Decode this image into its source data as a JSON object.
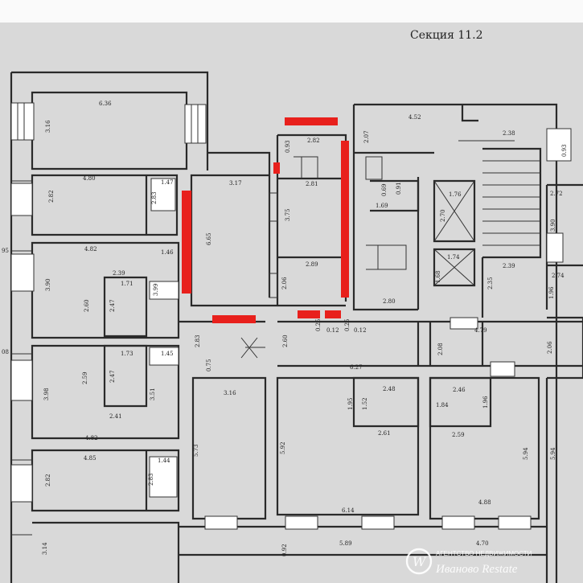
{
  "title": "Секция 11.2",
  "colors": {
    "paper": "#d9d9d9",
    "wall": "#2a2a2a",
    "marker": "#e8201c",
    "text": "#222222"
  },
  "watermark": {
    "line1": "АГЕНТСТВО НЕДВИЖИМОСТИ",
    "line2": "Иваново Restate"
  },
  "dimensions": {
    "d636": "6.36",
    "d316a": "3.16",
    "d480": "4.80",
    "d282a": "2.82",
    "d147": "1.47",
    "d283a": "2.83",
    "d482a": "4.82",
    "d146": "1.46",
    "d390a": "3.90",
    "d260": "2.60",
    "d247a": "2.47",
    "d239a": "2.39",
    "d171": "1.71",
    "d399": "3.99",
    "d173": "1.73",
    "d145": "1.45",
    "d259": "2.59",
    "d247b": "2.47",
    "d398": "3.98",
    "d351": "3.51",
    "d241": "2.41",
    "d482b": "4.82",
    "d485": "4.85",
    "d282b": "2.82",
    "d144": "1.44",
    "d283b": "2.83",
    "d314": "3.14",
    "d095": "95",
    "d008": "08",
    "d317": "3.17",
    "d665": "6.65",
    "d093": "0.93",
    "d282c": "2.82",
    "d281": "2.81",
    "d375": "3.75",
    "d289": "2.89",
    "d206": "2.06",
    "d283c": "2.83",
    "d075": "0.75",
    "d260b": "2.60",
    "d025a": "0.25",
    "d012a": "0.12",
    "d025b": "0.25",
    "d012b": "0.12",
    "d452": "4.52",
    "d207": "2.07",
    "d238": "2.38",
    "d093b": "0.93",
    "d069": "0.69",
    "d091": "0.91",
    "d169": "1.69",
    "d176": "1.76",
    "d270": "2.70",
    "d174": "1.74",
    "d168": "1.68",
    "d239b": "2.39",
    "d235": "2.35",
    "d280": "2.80",
    "d272": "2.72",
    "d390b": "3.90",
    "d274": "2.74",
    "d196a": "1.96",
    "d479": "4.79",
    "d208": "2.08",
    "d206b": "2.06",
    "d627": "6.27",
    "d316b": "3.16",
    "d573": "5.73",
    "d592": "5.92",
    "d195": "1.95",
    "d152": "1.52",
    "d248": "2.48",
    "d261": "2.61",
    "d246": "2.46",
    "d184": "1.84",
    "d196b": "1.96",
    "d259b": "2.59",
    "d594a": "5.94",
    "d594b": "5.94",
    "d614": "6.14",
    "d488": "4.88",
    "d092": "0.92",
    "d589": "5.89",
    "d470": "4.70"
  }
}
